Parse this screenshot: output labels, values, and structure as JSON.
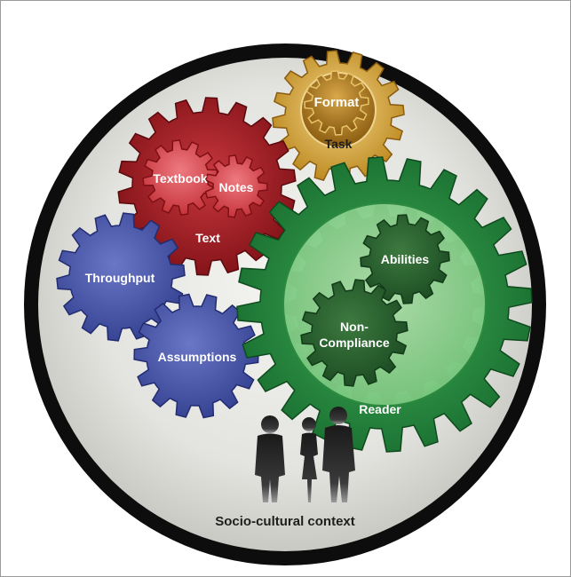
{
  "diagram": {
    "gears": {
      "format": "Format",
      "task": "Task",
      "textbook": "Textbook",
      "notes": "Notes",
      "text": "Text",
      "throughput": "Throughput",
      "assumptions": "Assumptions",
      "abilities": "Abilities",
      "non_compliance_1": "Non-",
      "non_compliance_2": "Compliance",
      "reader": "Reader"
    },
    "context_label": "Socio-cultural context"
  },
  "colors": {
    "outer_ring": "#0d0d0d",
    "background": "#e6e6e2",
    "red_gear": "#a31d24",
    "gold_gear": "#d6a63a",
    "blue_gear": "#4a55a8",
    "green_gear": "#1f8a3c",
    "silhouette": "#2b2b2b"
  }
}
